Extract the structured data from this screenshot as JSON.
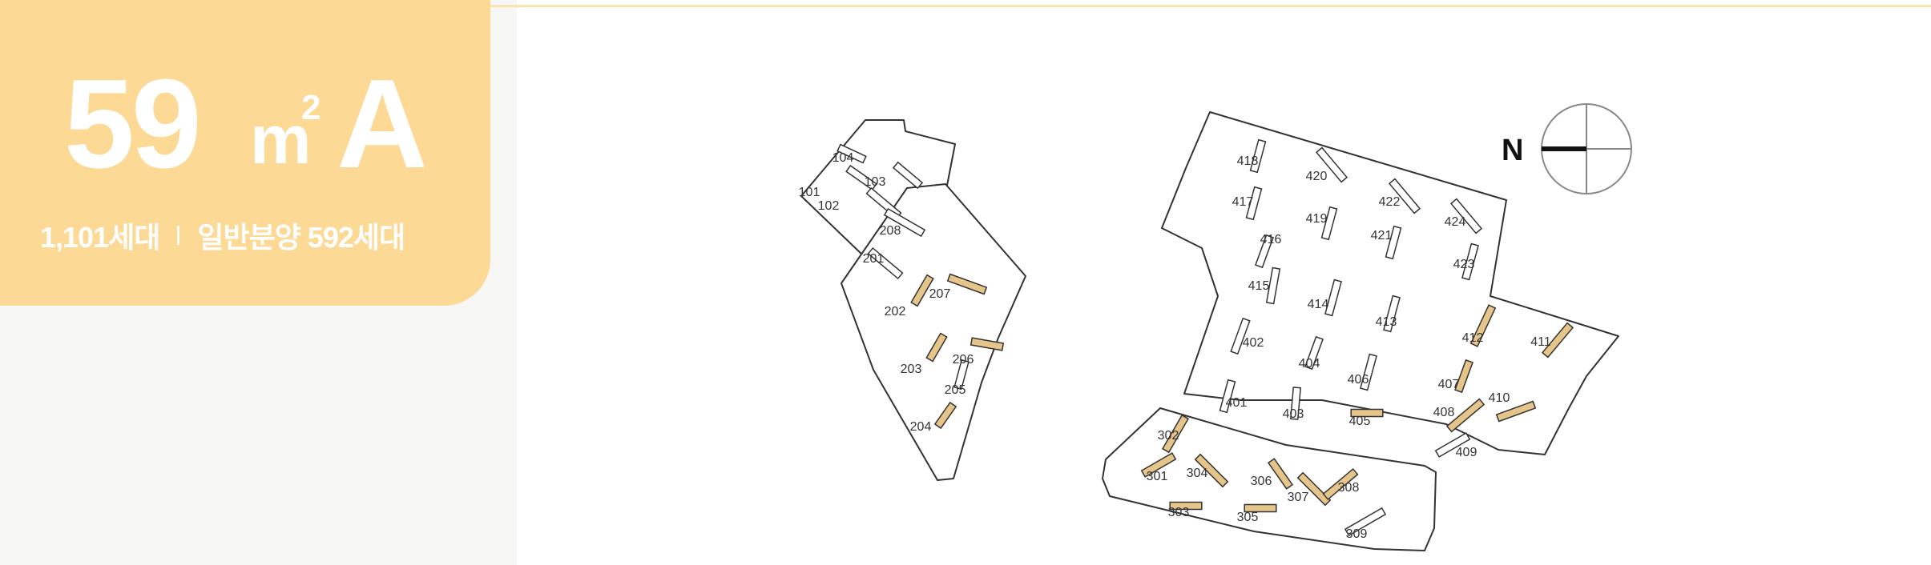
{
  "unit_type": {
    "size_number": "59",
    "size_unit": "m",
    "size_unit_superscript": "2",
    "type_letter": "A",
    "total_households": "1,101세대",
    "general_sale": "일반분양 592세대"
  },
  "colors": {
    "title_card": "#fdd996",
    "left_panel": "#f6f6f4",
    "highlight_building": "#e6c58a",
    "normal_building": "#ffffff",
    "outline": "#333333"
  },
  "compass": {
    "north_label": "N"
  },
  "legend_meaning": "highlighted buildings contain type 59A units",
  "buildings": [
    {
      "label": "101",
      "highlighted": false
    },
    {
      "label": "102",
      "highlighted": false
    },
    {
      "label": "103",
      "highlighted": false
    },
    {
      "label": "104",
      "highlighted": false
    },
    {
      "label": "201",
      "highlighted": false
    },
    {
      "label": "202",
      "highlighted": true
    },
    {
      "label": "203",
      "highlighted": true
    },
    {
      "label": "204",
      "highlighted": true
    },
    {
      "label": "205",
      "highlighted": false
    },
    {
      "label": "206",
      "highlighted": true
    },
    {
      "label": "207",
      "highlighted": true
    },
    {
      "label": "208",
      "highlighted": false
    },
    {
      "label": "301",
      "highlighted": true
    },
    {
      "label": "302",
      "highlighted": true
    },
    {
      "label": "303",
      "highlighted": true
    },
    {
      "label": "304",
      "highlighted": true
    },
    {
      "label": "305",
      "highlighted": true
    },
    {
      "label": "306",
      "highlighted": true
    },
    {
      "label": "307",
      "highlighted": true
    },
    {
      "label": "308",
      "highlighted": true
    },
    {
      "label": "309",
      "highlighted": false
    },
    {
      "label": "401",
      "highlighted": false
    },
    {
      "label": "402",
      "highlighted": false
    },
    {
      "label": "403",
      "highlighted": false
    },
    {
      "label": "404",
      "highlighted": false
    },
    {
      "label": "405",
      "highlighted": true
    },
    {
      "label": "406",
      "highlighted": false
    },
    {
      "label": "407",
      "highlighted": true
    },
    {
      "label": "408",
      "highlighted": true
    },
    {
      "label": "409",
      "highlighted": false
    },
    {
      "label": "410",
      "highlighted": true
    },
    {
      "label": "411",
      "highlighted": true
    },
    {
      "label": "412",
      "highlighted": true
    },
    {
      "label": "413",
      "highlighted": false
    },
    {
      "label": "414",
      "highlighted": false
    },
    {
      "label": "415",
      "highlighted": false
    },
    {
      "label": "416",
      "highlighted": false
    },
    {
      "label": "417",
      "highlighted": false
    },
    {
      "label": "418",
      "highlighted": false
    },
    {
      "label": "419",
      "highlighted": false
    },
    {
      "label": "420",
      "highlighted": false
    },
    {
      "label": "421",
      "highlighted": false
    },
    {
      "label": "422",
      "highlighted": false
    },
    {
      "label": "423",
      "highlighted": false
    },
    {
      "label": "424",
      "highlighted": false
    }
  ]
}
